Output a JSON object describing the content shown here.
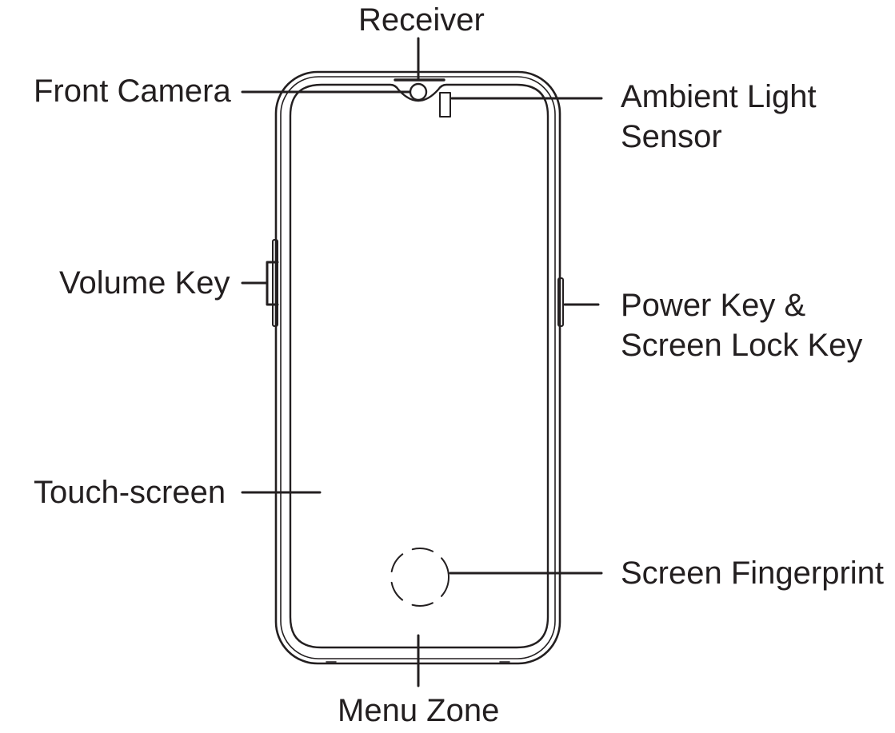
{
  "labels": {
    "receiver": "Receiver",
    "front_camera": "Front Camera",
    "ambient_light_sensor": [
      "Ambient Light",
      "Sensor"
    ],
    "volume_key": "Volume Key",
    "power_key": [
      "Power Key &",
      "Screen Lock Key"
    ],
    "touch_screen": "Touch-screen",
    "screen_fingerprint": "Screen Fingerprint",
    "menu_zone": "Menu Zone"
  },
  "colors": {
    "line": "#231f20",
    "text": "#231f20",
    "background": "#ffffff"
  }
}
